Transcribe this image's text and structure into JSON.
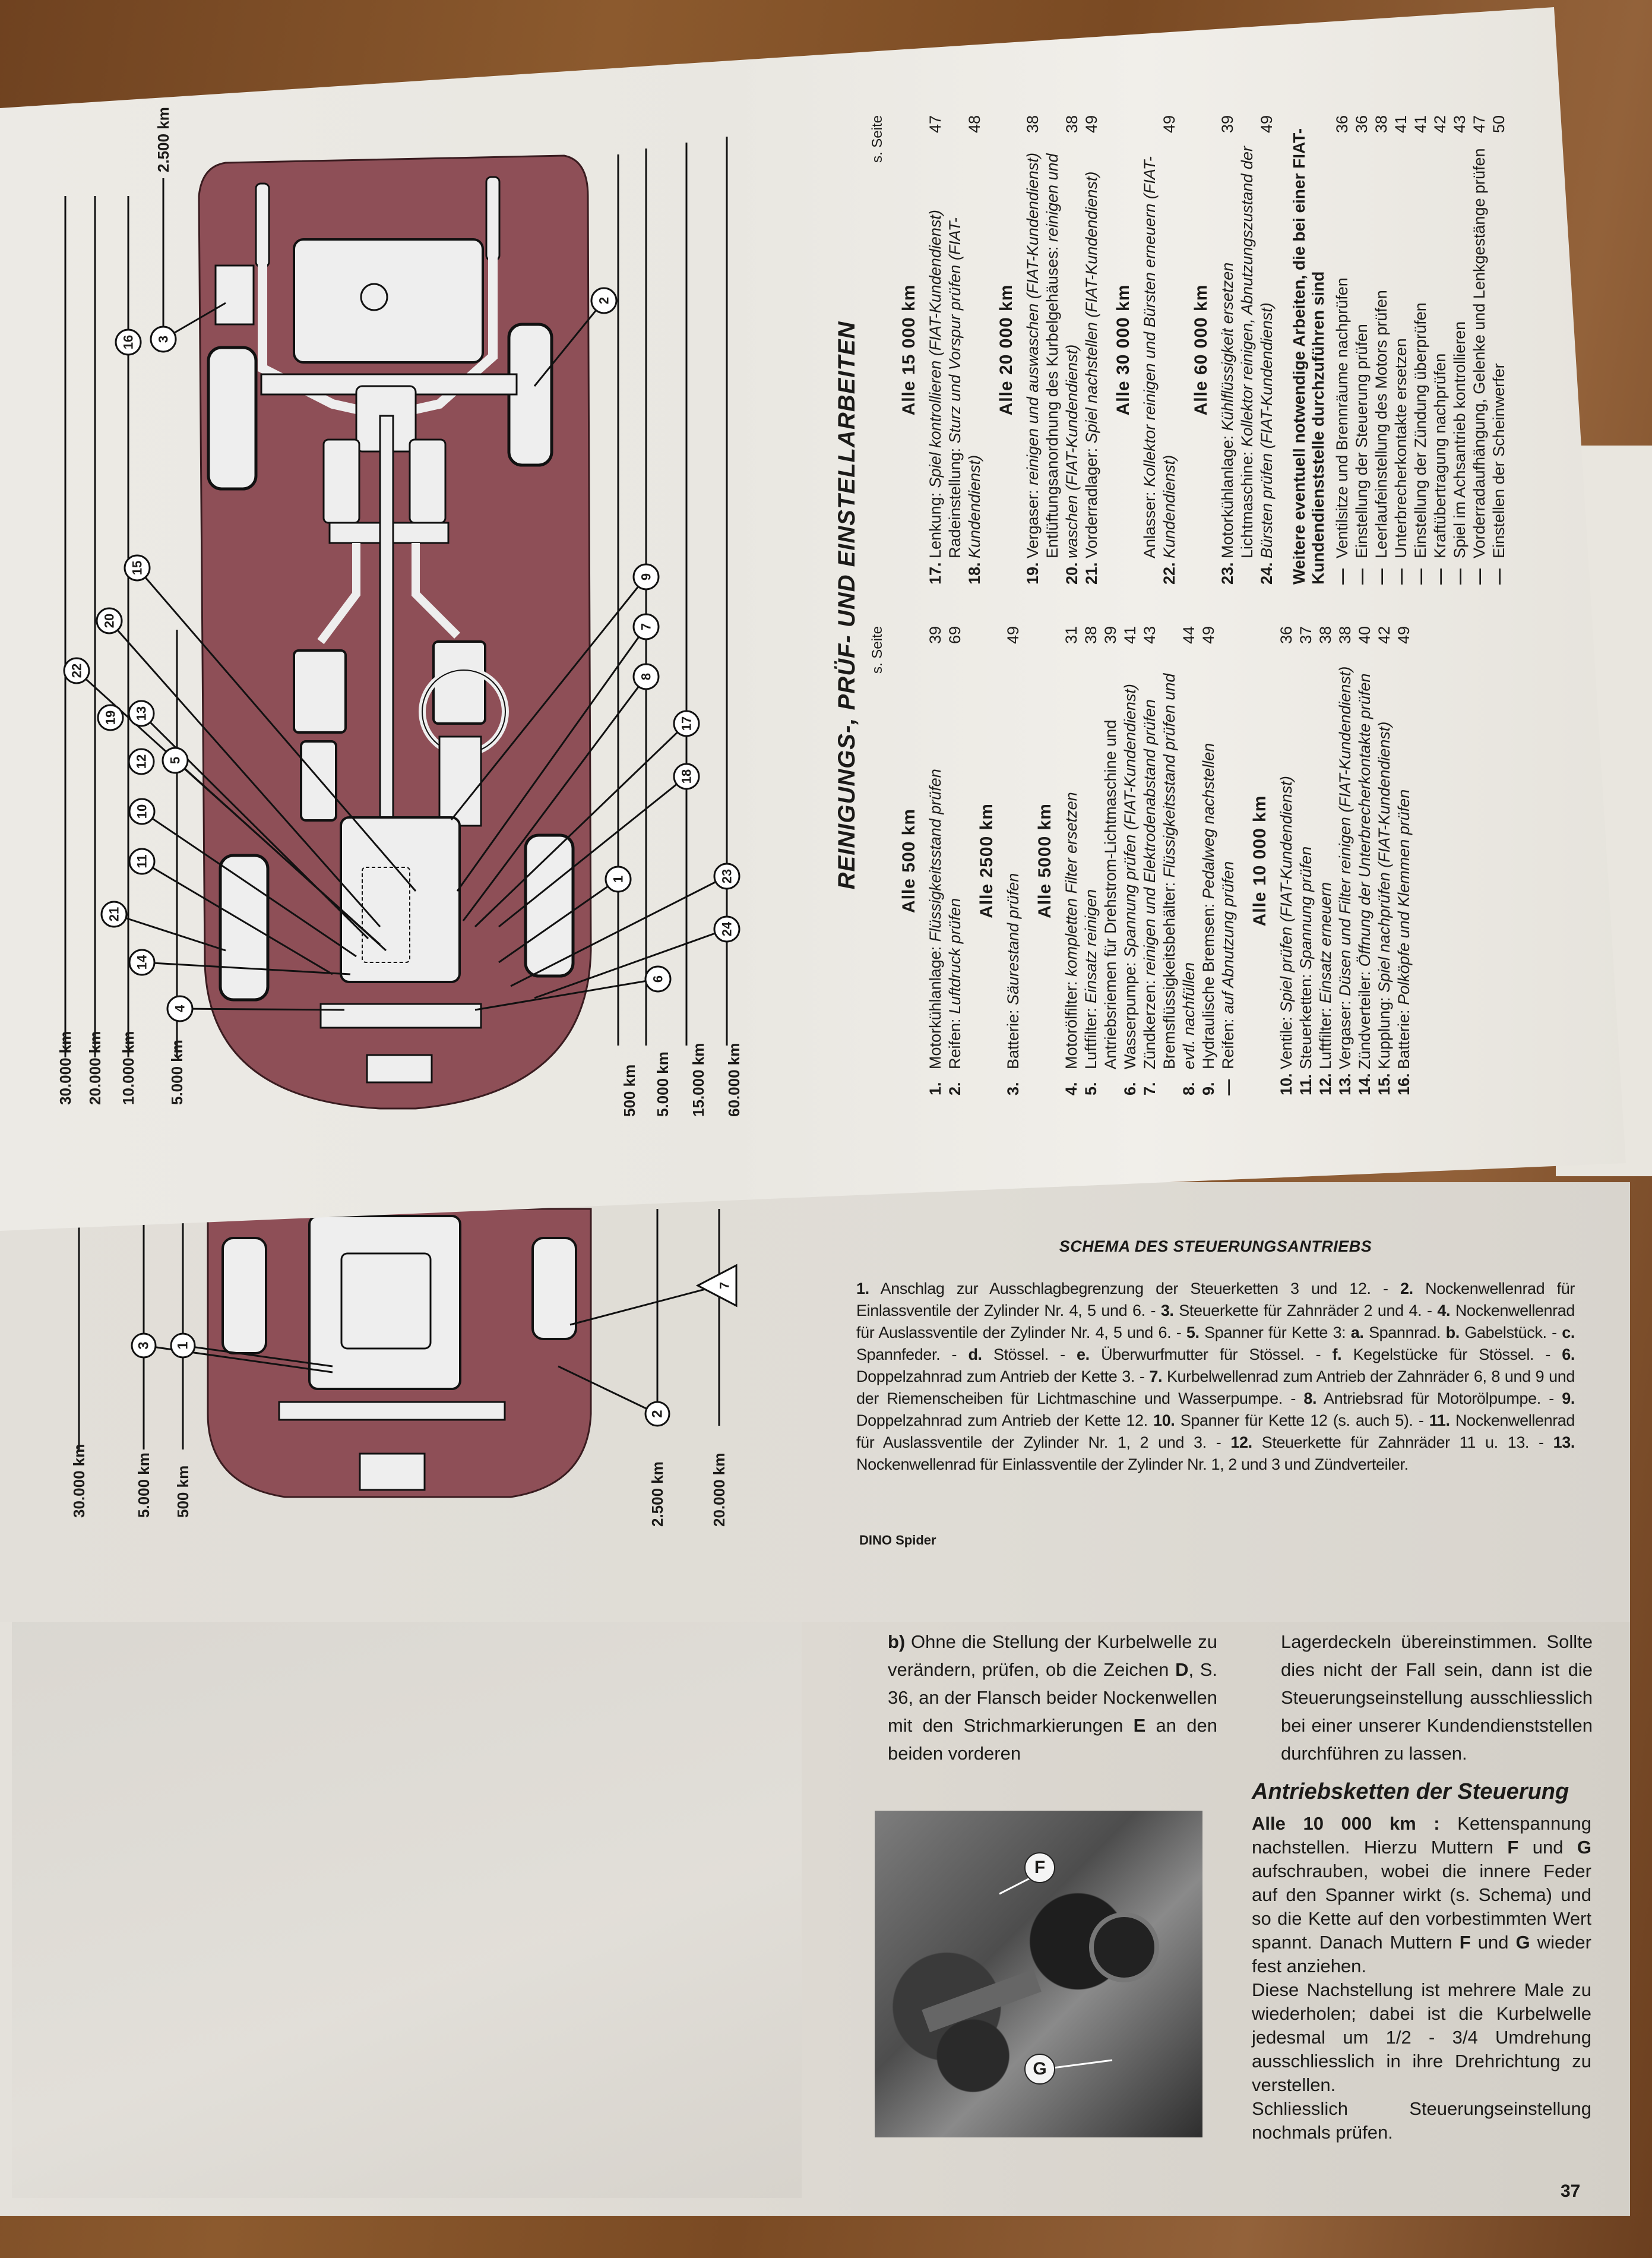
{
  "service_schedule": {
    "title": "REINIGUNGS-, PRÜF- UND EINSTELLARBEITEN",
    "page_ref_header": "s. Seite",
    "left_sections": [
      {
        "heading": "Alle 500 km",
        "items": [
          {
            "num": "1.",
            "label": "Motorkühlanlage:",
            "text": "Flüssigkeitsstand prüfen",
            "page": "39"
          },
          {
            "num": "2.",
            "label": "Reifen:",
            "text": "Luftdruck prüfen",
            "page": "69"
          }
        ]
      },
      {
        "heading": "Alle 2500 km",
        "items": [
          {
            "num": "3.",
            "label": "Batterie:",
            "text": "Säurestand prüfen",
            "page": "49"
          }
        ]
      },
      {
        "heading": "Alle 5000 km",
        "items": [
          {
            "num": "4.",
            "label": "Motorölfilter:",
            "text": "kompletten Filter ersetzen",
            "page": "31"
          },
          {
            "num": "5.",
            "label": "Luftfilter:",
            "text": "Einsatz reinigen",
            "page": "38"
          },
          {
            "num": "6.",
            "label": "Antriebsriemen für Drehstrom-Lichtmaschine und Wasserpumpe:",
            "text": "Spannung prüfen (FIAT-Kundendienst)",
            "page": "39\n41"
          },
          {
            "num": "7.",
            "label": "Zündkerzen:",
            "text": "reinigen und Elektrodenabstand prüfen",
            "page": "43"
          },
          {
            "num": "8.",
            "label": "Bremsflüssigkeitsbehälter:",
            "text": "Flüssigkeitsstand prüfen und evtl. nachfüllen",
            "page": "44"
          },
          {
            "num": "9.",
            "label": "Hydraulische Bremsen:",
            "text": "Pedalweg nachstellen",
            "page": "49"
          },
          {
            "num": "—",
            "label": "Reifen:",
            "text": "auf Abnutzung prüfen",
            "page": ""
          }
        ]
      },
      {
        "heading": "Alle 10 000 km",
        "items": [
          {
            "num": "10.",
            "label": "Ventile:",
            "text": "Spiel prüfen (FIAT-Kundendienst)",
            "page": "36"
          },
          {
            "num": "11.",
            "label": "Steuerketten:",
            "text": "Spannung prüfen",
            "page": "37"
          },
          {
            "num": "12.",
            "label": "Luftfilter:",
            "text": "Einsatz erneuern",
            "page": "38"
          },
          {
            "num": "13.",
            "label": "Vergaser:",
            "text": "Düsen und Filter reinigen (FIAT-Kundendienst)",
            "page": "38"
          },
          {
            "num": "14.",
            "label": "Zündverteiler:",
            "text": "Öffnung der Unterbrecherkontakte prüfen",
            "page": "40"
          },
          {
            "num": "15.",
            "label": "Kupplung:",
            "text": "Spiel nachprüfen (FIAT-Kundendienst)",
            "page": "42"
          },
          {
            "num": "16.",
            "label": "Batterie:",
            "text": "Polköpfe und Klemmen prüfen",
            "page": "49"
          }
        ]
      }
    ],
    "right_sections": [
      {
        "heading": "Alle 15 000 km",
        "items": [
          {
            "num": "17.",
            "label": "Lenkung:",
            "text": "Spiel kontrollieren (FIAT-Kundendienst)",
            "page": "47"
          },
          {
            "num": "18.",
            "label": "Radeinstellung:",
            "text": "Sturz und Vorspur prüfen (FIAT-Kundendienst)",
            "page": "48"
          }
        ]
      },
      {
        "heading": "Alle 20 000 km",
        "items": [
          {
            "num": "19.",
            "label": "Vergaser:",
            "text": "reinigen und auswaschen (FIAT-Kundendienst)",
            "page": "38"
          },
          {
            "num": "20.",
            "label": "Entlüftungsanordnung des Kurbelgehäuses:",
            "text": "reinigen und waschen (FIAT-Kundendienst)",
            "page": "38"
          },
          {
            "num": "21.",
            "label": "Vorderradlager:",
            "text": "Spiel nachstellen (FIAT-Kundendienst)",
            "page": "49"
          }
        ]
      },
      {
        "heading": "Alle 30 000 km",
        "items": [
          {
            "num": "22.",
            "label": "Anlasser:",
            "text": "Kollektor reinigen und Bürsten erneuern (FIAT-Kundendienst)",
            "page": "49"
          }
        ]
      },
      {
        "heading": "Alle 60 000 km",
        "items": [
          {
            "num": "23.",
            "label": "Motorkühlanlage:",
            "text": "Kühlflüssigkeit ersetzen",
            "page": "39"
          },
          {
            "num": "24.",
            "label": "Lichtmaschine:",
            "text": "Kollektor reinigen, Abnutzungszustand der Bürsten prüfen (FIAT-Kundendienst)",
            "page": "49"
          }
        ]
      }
    ],
    "extra": {
      "heading": "Weitere eventuell notwendige Arbeiten, die bei einer FIAT-Kundendienststelle durchzuführen sind",
      "items": [
        {
          "num": "—",
          "label": "Ventilsitze und Brennräume nachprüfen",
          "text": "",
          "page": "36"
        },
        {
          "num": "—",
          "label": "Einstellung der Steuerung prüfen",
          "text": "",
          "page": "36"
        },
        {
          "num": "—",
          "label": "Leerlaufeinstellung des Motors prüfen",
          "text": "",
          "page": "38"
        },
        {
          "num": "—",
          "label": "Unterbrecherkontakte ersetzen",
          "text": "",
          "page": "41"
        },
        {
          "num": "—",
          "label": "Einstellung der Zündung überprüfen",
          "text": "",
          "page": "41"
        },
        {
          "num": "—",
          "label": "Kraftübertragung nachprüfen",
          "text": "",
          "page": "42"
        },
        {
          "num": "—",
          "label": "Spiel im Achsantrieb kontrollieren",
          "text": "",
          "page": "43"
        },
        {
          "num": "—",
          "label": "Vorderradaufhängung, Gelenke und Lenkgestänge prüfen",
          "text": "",
          "page": "47"
        },
        {
          "num": "—",
          "label": "Einstellen der Scheinwerfer",
          "text": "",
          "page": "50"
        }
      ]
    }
  },
  "diagram_top": {
    "body_color": "#8e4f57",
    "km_left": [
      "30.000 km",
      "20.000 km",
      "10.000 km",
      "5.000 km"
    ],
    "km_right": [
      "500 km",
      "5.000 km",
      "15.000 km",
      "60.000 km"
    ],
    "km_top": "2.500 km",
    "callouts": [
      "16",
      "3",
      "2",
      "15",
      "20",
      "22",
      "19",
      "13",
      "12",
      "5",
      "10",
      "11",
      "21",
      "14",
      "4",
      "9",
      "7",
      "8",
      "17",
      "18",
      "1",
      "23",
      "24",
      "6"
    ]
  },
  "diagram_middle": {
    "km_left": [
      "30.000 km",
      "5.000 km",
      "500 km"
    ],
    "km_right": [
      "2.500 km",
      "20.000 km"
    ],
    "callouts": [
      "3",
      "1",
      "2",
      "7"
    ]
  },
  "schema": {
    "title": "SCHEMA DES STEUERUNGSANTRIEBS",
    "segments": [
      {
        "b": "1.",
        "t": " Anschlag zur Ausschlagbegrenzung der Steuerketten 3 und 12. - "
      },
      {
        "b": "2.",
        "t": " Nockenwellenrad für Einlassventile der Zylinder Nr. 4, 5 und 6. - "
      },
      {
        "b": "3.",
        "t": " Steuerkette für Zahnräder 2 und 4. - "
      },
      {
        "b": "4.",
        "t": " Nockenwellenrad für Auslassventile der Zylinder Nr. 4, 5 und 6. - "
      },
      {
        "b": "5.",
        "t": " Spanner für Kette 3: "
      },
      {
        "b": "a.",
        "t": " Spannrad. "
      },
      {
        "b": "b.",
        "t": " Gabelstück. - "
      },
      {
        "b": "c.",
        "t": " Spannfeder. - "
      },
      {
        "b": "d.",
        "t": " Stössel. - "
      },
      {
        "b": "e.",
        "t": " Überwurfmutter für Stössel. - "
      },
      {
        "b": "f.",
        "t": " Kegelstücke für Stössel. - "
      },
      {
        "b": "6.",
        "t": " Doppelzahnrad zum Antrieb der Kette 3. - "
      },
      {
        "b": "7.",
        "t": " Kurbelwellenrad zum Antrieb der Zahnräder 6, 8 und 9 und der Riemenscheiben für Lichtmaschine und Wasserpumpe. - "
      },
      {
        "b": "8.",
        "t": " Antriebsrad für Motorölpumpe. - "
      },
      {
        "b": "9.",
        "t": " Doppelzahnrad zum Antrieb der Kette 12. "
      },
      {
        "b": "10.",
        "t": " Spanner für Kette 12 (s. auch 5). - "
      },
      {
        "b": "11.",
        "t": " Nockenwellenrad für Auslassventile der Zylinder Nr. 1, 2 und 3. - "
      },
      {
        "b": "12.",
        "t": " Steuerkette für Zahnräder 11 u. 13. - "
      },
      {
        "b": "13.",
        "t": " Nockenwellenrad für Einlassventile der Zylinder Nr. 1, 2 und 3 und Zündverteiler."
      }
    ]
  },
  "footer_model": "DINO Spider",
  "page37": {
    "col1": [
      {
        "b": "b)",
        "t": " Ohne die Stellung der Kurbelwelle zu verändern, prüfen, ob die Zeichen "
      },
      {
        "b": "D",
        "t": ", S. 36, an der Flansch beider Nockenwellen mit den Strichmarkierungen "
      },
      {
        "b": "E",
        "t": " an den beiden vorderen"
      }
    ],
    "col2": "Lagerdeckeln übereinstimmen. Sollte dies nicht der Fall sein, dann ist die Steuerungseinstellung ausschliesslich bei einer unserer Kundendienststellen durchführen zu lassen.",
    "heading": "Antriebsketten der Steuerung",
    "para1": [
      {
        "b": "Alle 10 000 km :",
        "t": " Kettenspannung nachstellen. Hierzu Muttern "
      },
      {
        "b": "F",
        "t": " und "
      },
      {
        "b": "G",
        "t": " aufschrauben, wobei die innere Feder auf den Spanner wirkt (s. Schema) und so die Kette auf den vorbestimmten Wert spannt. Danach Muttern "
      },
      {
        "b": "F",
        "t": " und "
      },
      {
        "b": "G",
        "t": " wieder fest anziehen."
      }
    ],
    "para2": "Diese Nachstellung ist mehrere Male zu wiederholen; dabei ist die Kurbelwelle jedesmal um 1/2 - 3/4 Umdrehung ausschliesslich in ihre Drehrichtung zu verstellen.",
    "para3": "Schliesslich Steuerungseinstellung nochmals prüfen.",
    "photo_callouts": [
      "F",
      "G"
    ],
    "page_number": "37"
  }
}
